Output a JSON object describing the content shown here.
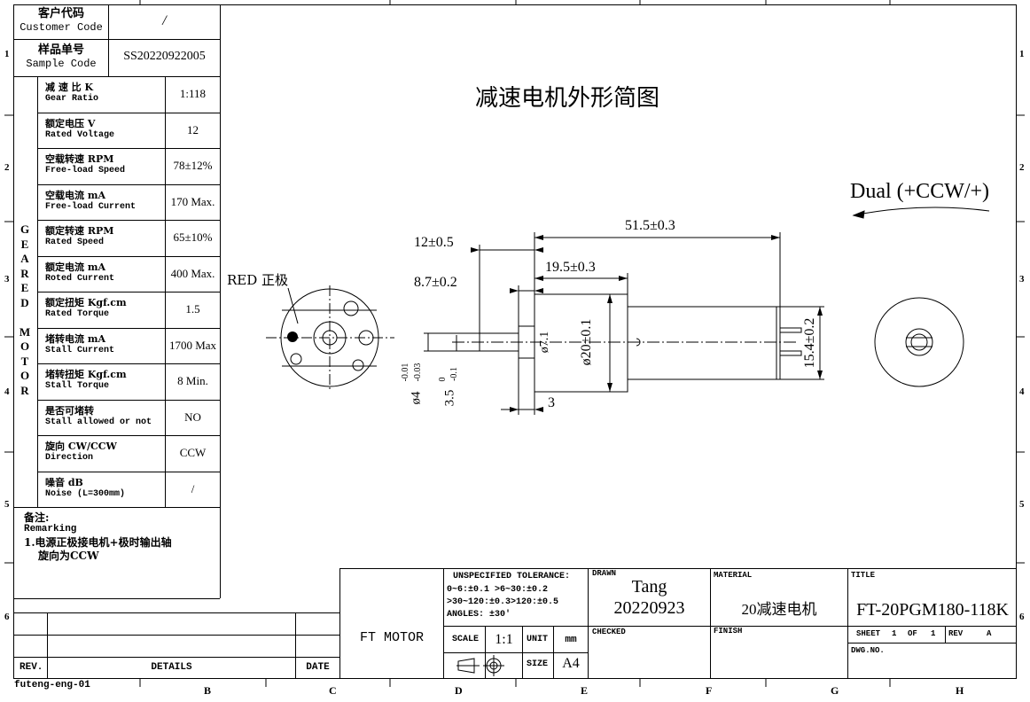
{
  "header": {
    "customer_code_cn": "客户代码",
    "customer_code_en": "Customer Code",
    "customer_code_value": "/",
    "sample_code_cn": "样品单号",
    "sample_code_en": "Sample Code",
    "sample_code_value": "SS20220922005"
  },
  "side_label_letters": [
    "G",
    "E",
    "A",
    "R",
    "E",
    "D",
    "",
    "M",
    "O",
    "T",
    "O",
    "R"
  ],
  "specs": [
    {
      "cn": "减 速 比 K",
      "en": "Gear Ratio",
      "value": "1:118"
    },
    {
      "cn": "额定电压 V",
      "en": "Rated Voltage",
      "value": "12"
    },
    {
      "cn": "空载转速 RPM",
      "en": "Free-load Speed",
      "value": "78±12%"
    },
    {
      "cn": "空载电流 mA",
      "en": "Free-load Current",
      "value": "170 Max."
    },
    {
      "cn": "额定转速 RPM",
      "en": "Rated Speed",
      "value": "65±10%"
    },
    {
      "cn": "额定电流 mA",
      "en": "Roted Current",
      "value": "400 Max."
    },
    {
      "cn": "额定扭矩 Kgf.cm",
      "en": "Rated Torque",
      "value": "1.5"
    },
    {
      "cn": "堵转电流 mA",
      "en": "Stall Current",
      "value": "1700 Max"
    },
    {
      "cn": "堵转扭矩 Kgf.cm",
      "en": "Stall Torque",
      "value": "8 Min."
    },
    {
      "cn": "是否可堵转",
      "en": "Stall allowed or not",
      "value": "NO"
    },
    {
      "cn": "旋向 CW/CCW",
      "en": "Direction",
      "value": "CCW"
    },
    {
      "cn": "噪音 dB",
      "en": "Noise (L=300mm)",
      "value": "/"
    }
  ],
  "remarks": {
    "title_cn": "备注:",
    "title_en": "Remarking",
    "line1": "1.电源正极接电机+极时输出轴",
    "line2": "旋向为CCW"
  },
  "drawing": {
    "title": "减速电机外形简图",
    "direction_note": "Dual (+CCW/+)",
    "red_label": "RED 正极",
    "dims": {
      "d_total": "51.5±0.3",
      "d_12": "12±0.5",
      "d_19": "19.5±0.3",
      "d_87": "8.7±0.2",
      "d_phi7": "ø7.1",
      "d_phi20": "ø20±0.1",
      "d_154": "15.4±0.2",
      "d_phi4": "ø4",
      "d_phi4_tol_up": "-0.01",
      "d_phi4_tol_dn": "-0.03",
      "d_35": "3.5",
      "d_35_tol_up": "0",
      "d_35_tol_dn": "-0.1",
      "d_3": "3"
    }
  },
  "border": {
    "rows": [
      "1",
      "2",
      "3",
      "4",
      "5",
      "6"
    ],
    "cols": [
      "B",
      "C",
      "D",
      "E",
      "F",
      "G",
      "H"
    ]
  },
  "title_block": {
    "rev_label": "REV.",
    "details_label": "DETAILS",
    "date_label": "DATE",
    "company": "FT MOTOR",
    "tolerance_title": "UNSPECIFIED TOLERANCE:",
    "tol1": "0~6:±0.1   >6~30:±0.2",
    "tol2": ">30~120:±0.3>120:±0.5",
    "tol3": "ANGLES:  ±30'",
    "scale_label": "SCALE",
    "scale_value": "1:1",
    "unit_label": "UNIT",
    "unit_value": "mm",
    "size_label": "SIZE",
    "size_value": "A4",
    "drawn_label": "DRAWN",
    "drawn_name": "Tang",
    "drawn_date": "20220923",
    "checked_label": "CHECKED",
    "material_label": "MATERIAL",
    "material_value": "20减速电机",
    "finish_label": "FINISH",
    "title_label": "TITLE",
    "title_value": "FT-20PGM180-118K",
    "sheet_label": "SHEET",
    "sheet_no": "1",
    "of_label": "OF",
    "sheet_total": "1",
    "rev_short": "REV",
    "rev_value": "A",
    "dwg_label": "DWG.NO.",
    "template_id": "futeng-eng-01"
  }
}
